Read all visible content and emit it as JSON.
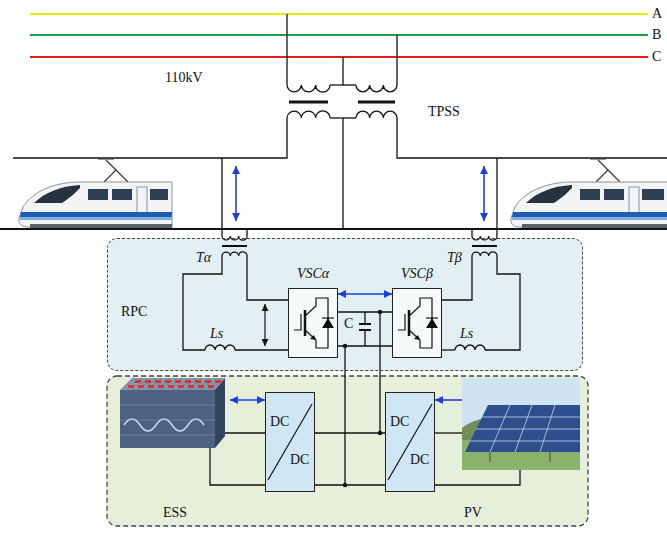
{
  "diagram": {
    "nodes": [
      {
        "text": [
          "RPC"
        ]
      },
      {
        "text": [
          "VSCα"
        ],
        "in": 0
      },
      {
        "text": [
          "VSCβ"
        ],
        "in": 0
      },
      {
        "text": [
          "ESS"
        ]
      },
      {
        "text": [
          "DC",
          "DC"
        ]
      },
      {
        "text": [
          "DC",
          "DC"
        ]
      },
      {
        "text": [
          "PV"
        ]
      }
    ],
    "edges": [
      {
        "from": 1,
        "to": 2,
        "arrow": "both"
      },
      {
        "from": 3,
        "to": 4,
        "arrow": "both"
      },
      {
        "from": 6,
        "to": 5,
        "arrow": "to"
      }
    ],
    "labels": [
      "A",
      "B",
      "C",
      "110kV",
      "TPSS",
      "Tα",
      "Tβ",
      "Ls",
      "Ls",
      "C"
    ]
  }
}
